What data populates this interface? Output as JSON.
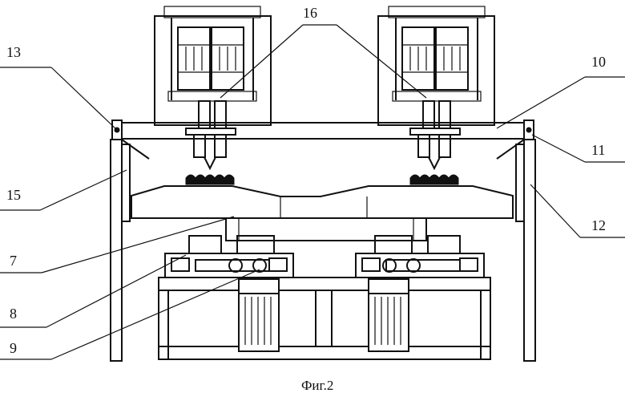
{
  "callouts": {
    "c16": "16",
    "c13": "13",
    "c10": "10",
    "c11": "11",
    "c15": "15",
    "c12": "12",
    "c7": "7",
    "c8": "8",
    "c9": "9"
  },
  "caption": "Фиг.2"
}
